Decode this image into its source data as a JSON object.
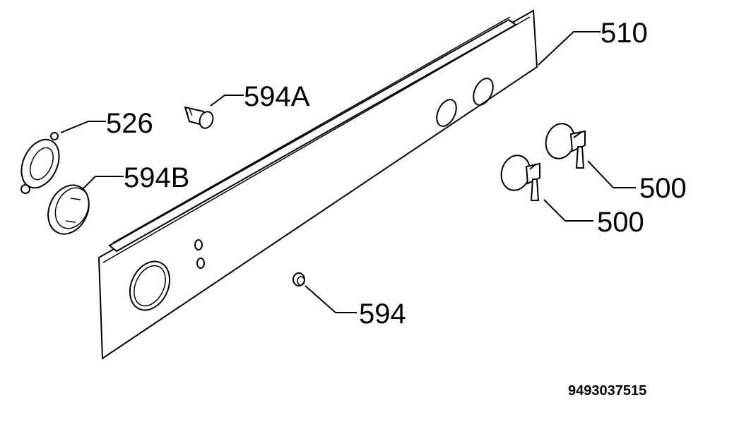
{
  "callouts": {
    "panel": "510",
    "bezel_ring": "526",
    "bulb": "594A",
    "lens_cap": "594B",
    "knob_upper": "500",
    "knob_lower": "500",
    "indicator_light": "594"
  },
  "document_number": "9493037515"
}
